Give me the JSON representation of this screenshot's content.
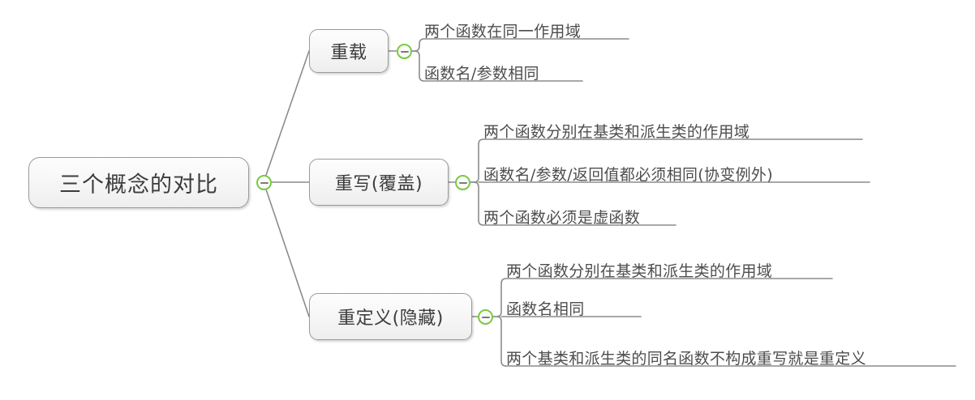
{
  "diagram": {
    "type": "mind-map",
    "title": "三个概念的对比",
    "background_color": "#ffffff",
    "accent_color": "#7ac943",
    "node_border_color": "#9a9a9a",
    "text_color": "#3c3c3c",
    "leaf_text_color": "#4d4d4d",
    "connector_color": "#8c8c8c"
  },
  "root": {
    "label": "三个概念的对比",
    "toggle_icon": "collapse-minus-icon"
  },
  "branches": [
    {
      "label": "重载",
      "toggle_icon": "collapse-minus-icon",
      "leaves": [
        {
          "text": "两个函数在同一作用域"
        },
        {
          "text": "函数名/参数相同"
        }
      ]
    },
    {
      "label": "重写(覆盖)",
      "toggle_icon": "collapse-minus-icon",
      "leaves": [
        {
          "text": "两个函数分别在基类和派生类的作用域"
        },
        {
          "text": "函数名/参数/返回值都必须相同(协变例外)"
        },
        {
          "text": "两个函数必须是虚函数"
        }
      ]
    },
    {
      "label": "重定义(隐藏)",
      "toggle_icon": "collapse-minus-icon",
      "leaves": [
        {
          "text": "两个函数分别在基类和派生类的作用域"
        },
        {
          "text": "函数名相同"
        },
        {
          "text": "两个基类和派生类的同名函数不构成重写就是重定义"
        }
      ]
    }
  ]
}
